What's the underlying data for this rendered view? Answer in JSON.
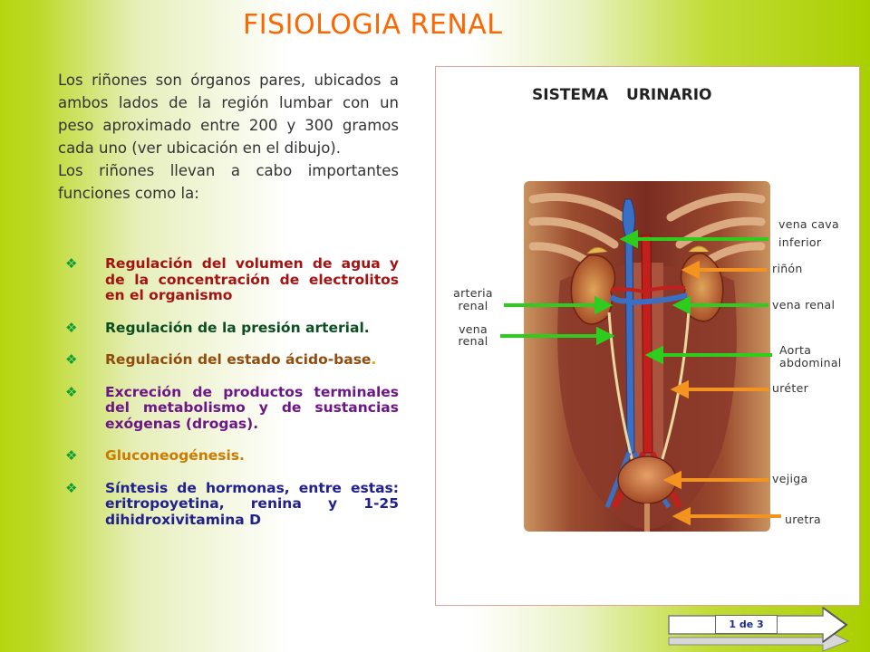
{
  "title": "FISIOLOGIA RENAL",
  "intro": {
    "p1": "Los riñones son órganos pares, ubicados a ambos lados de la región lumbar con un peso aproximado entre 200 y 300 gramos cada uno (ver ubicación en el dibujo).",
    "p2": "Los riñones llevan a cabo importantes funciones como la:"
  },
  "functions": [
    {
      "first": "Regulación",
      "rest": "del volumen de agua y de la concentración de electrolitos en el organismo",
      "color": "#a31313"
    },
    {
      "first": "Regulación",
      "rest": "de la presión arterial.",
      "color": "#0b4e22"
    },
    {
      "first": "Regulación",
      "rest": "del estado ácido-base",
      "tail": ".",
      "color": "#8f4c0d"
    },
    {
      "first": "Excreción",
      "rest": "de productos terminales del metabolismo y de sustancias exógenas (drogas).",
      "color": "#6d1687"
    },
    {
      "first": "Gluconeogénesis.",
      "rest": "",
      "color": "#cc7a00"
    },
    {
      "first": "Síntesis",
      "rest": "de hormonas, entre estas: eritropoyetina, renina y 1-25 dihidroxivitamina D",
      "color": "#20208f"
    }
  ],
  "diagram": {
    "title": "SISTEMA URINARIO",
    "labels": {
      "vena_cava": "vena cava",
      "inferior": "inferior",
      "rinon": "riñón",
      "vena_renal_right": "vena renal",
      "aorta": "Aorta",
      "abdominal": "abdominal",
      "ureter": "uréter",
      "vejiga": "vejiga",
      "uretra": "uretra",
      "arteria": "arteria",
      "renal_a": "renal",
      "vena": "vena",
      "renal_v": "renal"
    },
    "colors": {
      "green_arrow": "#2ecc1f",
      "orange_arrow": "#f39320"
    }
  },
  "navigation": {
    "page_indicator": "1 de 3"
  }
}
